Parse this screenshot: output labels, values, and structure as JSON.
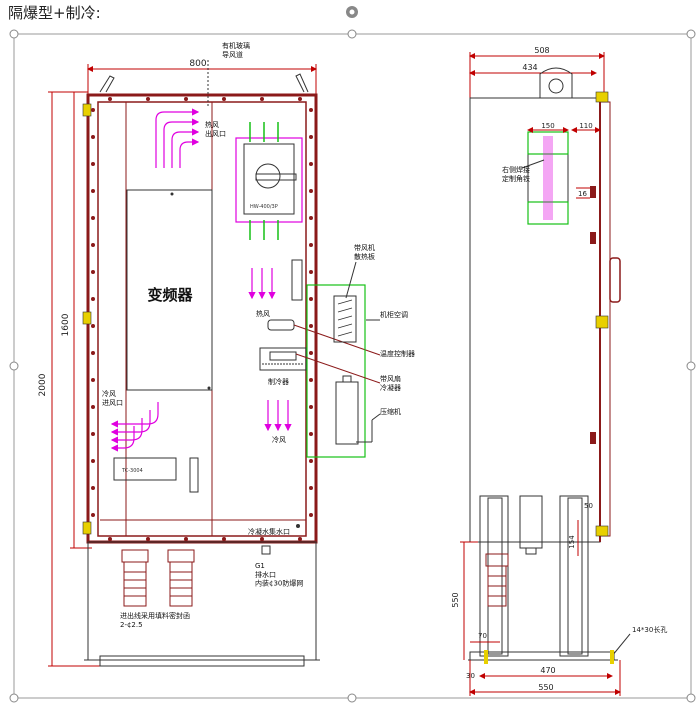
{
  "page": {
    "title": "隔爆型+制冷:"
  },
  "front_view": {
    "width_dim": "800",
    "height_dim": "2000",
    "inner_height_dim": "1600",
    "main_label": "变频器",
    "labels": {
      "glass_duct": "有机玻璃\n导风道",
      "hot_air_outlet": "热风\n出风口",
      "breaker_model": "HW-400/3P",
      "fan_heatsink": "带风机\n散热板",
      "hot_air": "热风",
      "cabinet_ac": "机柜空调",
      "temp_controller": "温度控制器",
      "fan_condenser": "带风扇\n冷凝器",
      "refrigeration": "制冷器",
      "compressor": "压缩机",
      "cold_air": "冷风",
      "cold_air_inlet": "冷风\n进风口",
      "device_tag": "TC-3004",
      "condensate_outlet": "冷凝水集水口",
      "drain": "G1\n排水口\n内装¢30防爆网",
      "cable_entry": "进出线采用填料密封函\n2-¢2.5"
    }
  },
  "side_view": {
    "dims": {
      "overall_top": "508",
      "top_inner": "434",
      "bracket_w": "150",
      "bracket_off": "110",
      "bolt": "16",
      "small_50": "50",
      "leg_154": "154",
      "base_h": "550",
      "base_70": "70",
      "base_30": "30",
      "base_470": "470",
      "base_550": "550",
      "hole": "14*30长孔"
    },
    "labels": {
      "angle_iron": "右侧焊接\n定制角铁"
    }
  },
  "colors": {
    "cabinet": "#8b1a1a",
    "dim": "#c00000",
    "green": "#16c016",
    "magenta": "#e000e0",
    "yellow": "#e8d000",
    "outline": "#333333",
    "frame": "#999999"
  }
}
